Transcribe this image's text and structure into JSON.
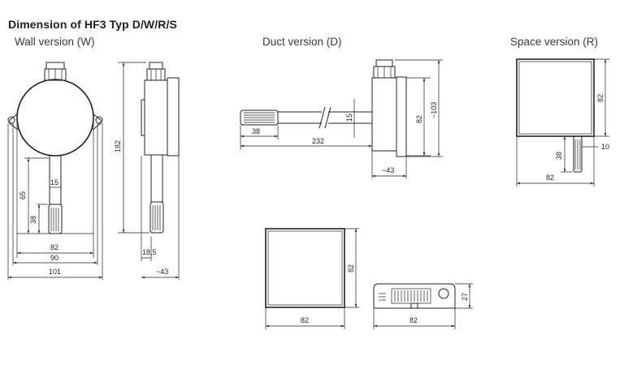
{
  "title": "Dimension of HF3 Typ D/W/R/S",
  "views": {
    "wall": "Wall version (W)",
    "duct": "Duct version (D)",
    "space": "Space version (R)"
  },
  "dims": {
    "w_15": "15",
    "w_65": "65",
    "w_38": "38",
    "w_82": "82",
    "w_90": "90",
    "w_101": "101",
    "w_182": "182",
    "w_18_5": "18,5",
    "w_43": "~43",
    "d_38": "38",
    "d_232": "232",
    "d_15": "15",
    "d_82": "82",
    "d_103": "~103",
    "d_43": "~43",
    "r_82_h": "82",
    "r_38": "38",
    "r_10": "10",
    "r_82_w": "82",
    "s_82_h": "82",
    "s_82_w": "82",
    "s_27": "27",
    "s2_82_w": "82"
  }
}
